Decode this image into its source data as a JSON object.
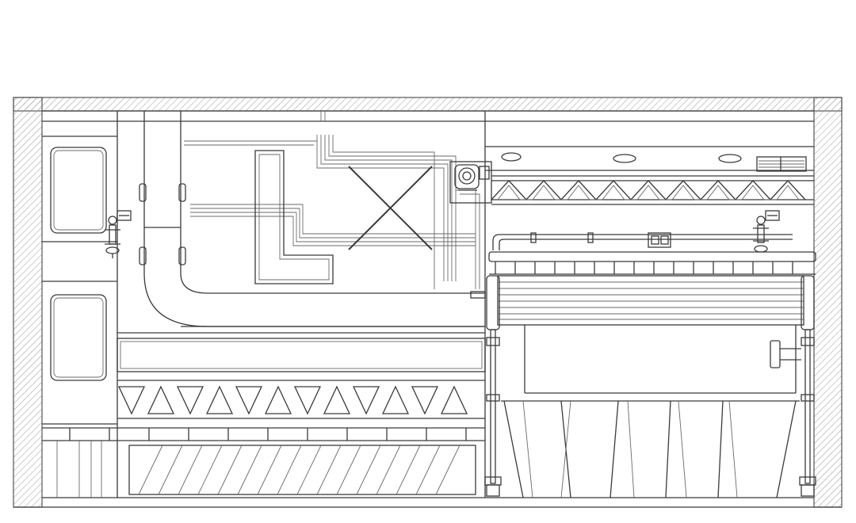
{
  "drawing": {
    "type": "architectural-section-elevation",
    "line_color": "#3a3a3a",
    "background": "#ffffff",
    "wall_hatch_color": "#9a9a9a",
    "logo_glyph": "L",
    "logo_mark": "X",
    "features": [
      "hatched-side-walls",
      "framed-panels-left",
      "vertical-duct-with-elbow",
      "bundled-conduit-runs",
      "l-shaped-logo-sign",
      "x-cross-mark",
      "ceiling-truss-right",
      "wall-mounted-sprinklers",
      "pipe-rail-with-rollers",
      "roller-shutter",
      "triangle-truss-band",
      "diagonal-slat-panel",
      "tapered-skirt-panels"
    ]
  }
}
